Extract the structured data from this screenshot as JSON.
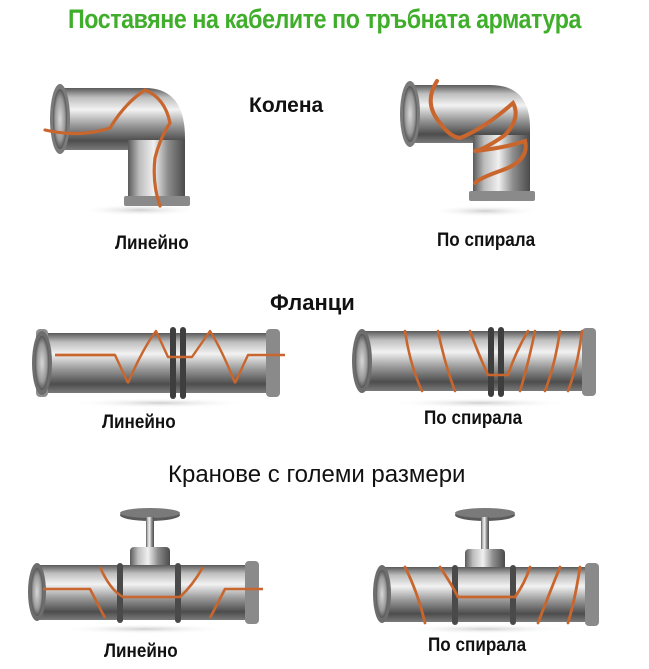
{
  "title": "Поставяне на кабелите по тръбната арматура",
  "colors": {
    "title": "#3fae2a",
    "cable": "#c8662e",
    "text": "#111111"
  },
  "sections": [
    {
      "id": "elbows",
      "title": "Колена",
      "items": [
        {
          "caption": "Линейно",
          "type": "elbow",
          "cable": "linear"
        },
        {
          "caption": "По спирала",
          "type": "elbow",
          "cable": "spiral"
        }
      ]
    },
    {
      "id": "flanges",
      "title": "Фланци",
      "items": [
        {
          "caption": "Линейно",
          "type": "flange-pipe",
          "cable": "linear"
        },
        {
          "caption": "По спирала",
          "type": "flange-pipe",
          "cable": "spiral"
        }
      ]
    },
    {
      "id": "valves",
      "title": "Кранове с големи размери",
      "items": [
        {
          "caption": "Линейно",
          "type": "valve-pipe",
          "cable": "linear"
        },
        {
          "caption": "По спирала",
          "type": "valve-pipe",
          "cable": "spiral"
        }
      ]
    }
  ]
}
